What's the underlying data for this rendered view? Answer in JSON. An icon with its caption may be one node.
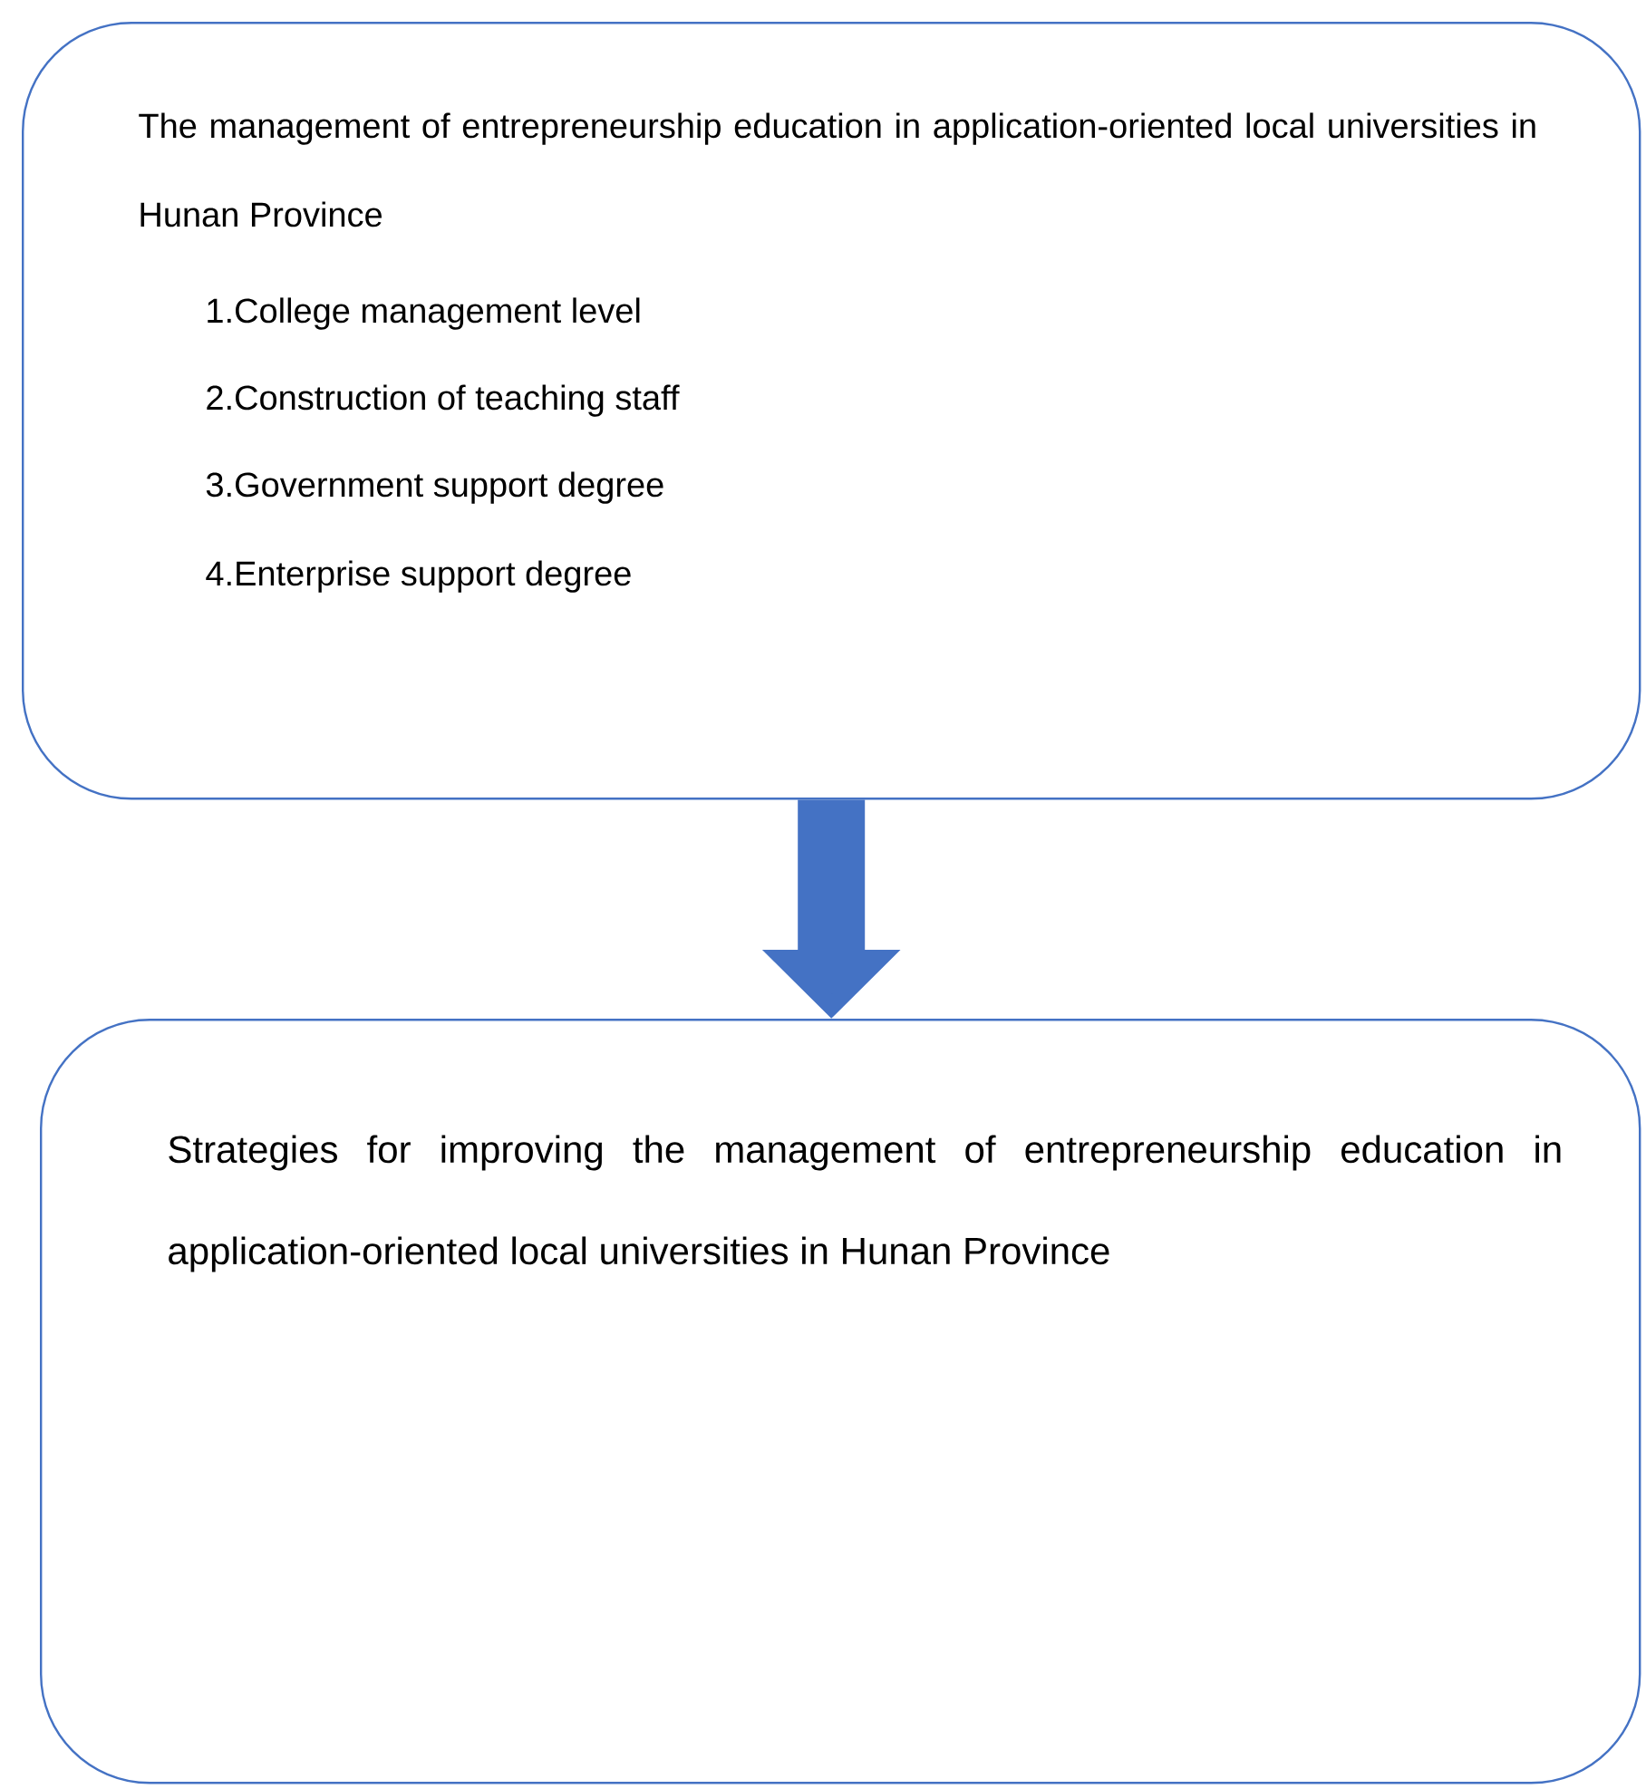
{
  "diagram": {
    "nodes": [
      {
        "text": [
          "The management of entrepreneurship education in application-oriented local universities in Hunan Province",
          "1.College management level",
          "2.Construction of teaching staff",
          "3.Government support degree",
          "4.Enterprise support degree"
        ]
      },
      {
        "text": [
          "Strategies for improving the management of entrepreneurship education in application-oriented local universities in Hunan Province"
        ]
      }
    ],
    "edges": [
      {
        "from": 0,
        "to": 1,
        "arrow": "to"
      }
    ]
  }
}
